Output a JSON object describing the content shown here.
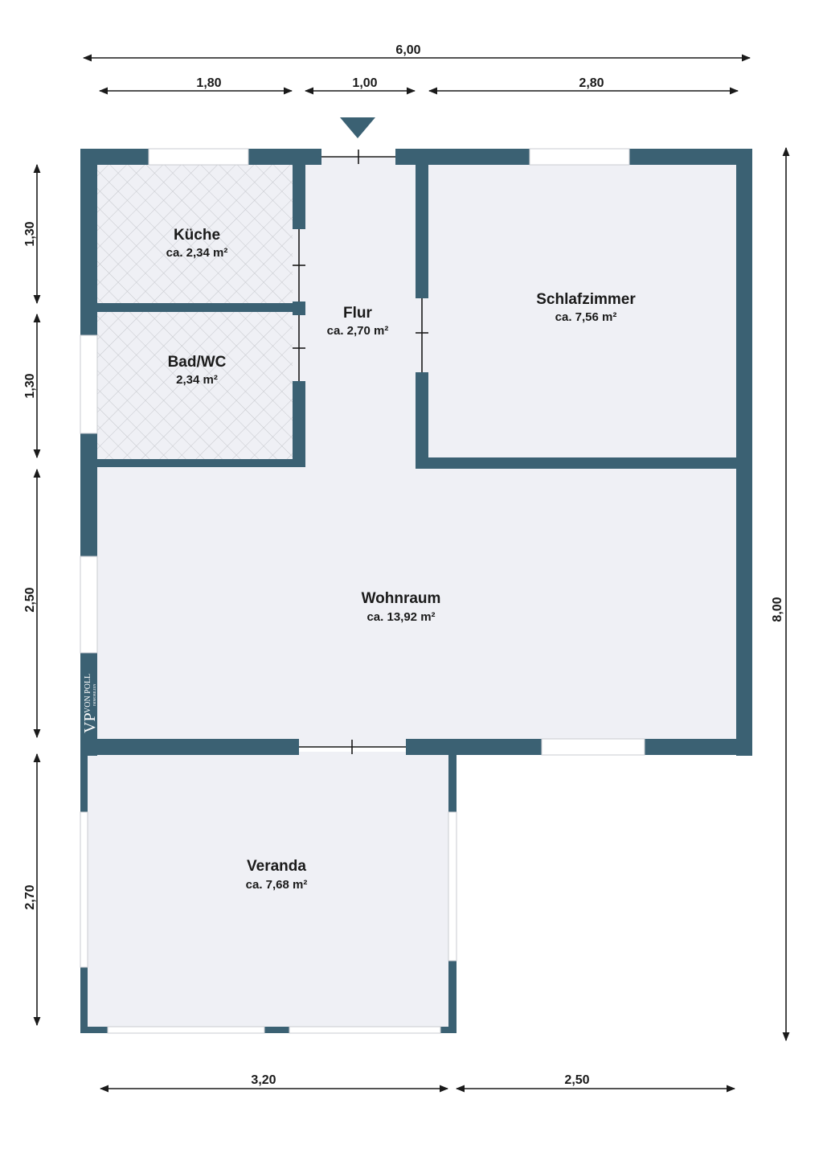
{
  "colors": {
    "wall": "#3b6173",
    "floor": "#eff0f5",
    "tile_line": "#c9cbd0",
    "window": "#ffffff",
    "dim_line": "#1a1a1a",
    "text": "#1a1a1a"
  },
  "rooms": {
    "kueche": {
      "name": "Küche",
      "area": "ca. 2,34 m²"
    },
    "bad": {
      "name": "Bad/WC",
      "area": "2,34 m²"
    },
    "flur": {
      "name": "Flur",
      "area": "ca. 2,70 m²"
    },
    "schlafzimmer": {
      "name": "Schlafzimmer",
      "area": "ca. 7,56 m²"
    },
    "wohnraum": {
      "name": "Wohnraum",
      "area": "ca. 13,92 m²"
    },
    "veranda": {
      "name": "Veranda",
      "area": "ca. 7,68 m²"
    }
  },
  "dimensions": {
    "top_total": "6,00",
    "top_1": "1,80",
    "top_2": "1,00",
    "top_3": "2,80",
    "left_1": "1,30",
    "left_2": "1,30",
    "left_3": "2,50",
    "left_4": "2,70",
    "right_total": "8,00",
    "bottom_1": "3,20",
    "bottom_2": "2,50"
  },
  "logo": {
    "mark": "VP",
    "name": "VON POLL",
    "sub": "IMMOBILIEN"
  },
  "icons": {
    "entrance": "entrance-arrow-icon"
  }
}
